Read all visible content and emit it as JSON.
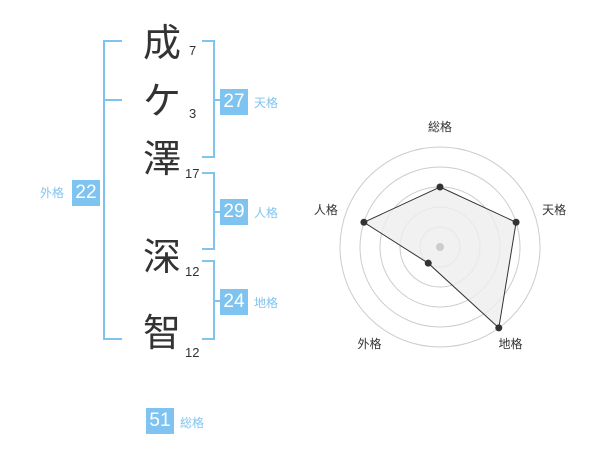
{
  "name": {
    "characters": [
      {
        "char": "成",
        "strokes": "7"
      },
      {
        "char": "ケ",
        "strokes": "3"
      },
      {
        "char": "澤",
        "strokes": "17"
      },
      {
        "char": "深",
        "strokes": "12"
      },
      {
        "char": "智",
        "strokes": "12"
      }
    ]
  },
  "fortune": {
    "tenkaku": {
      "value": "27",
      "label": "天格"
    },
    "jinkaku": {
      "value": "29",
      "label": "人格"
    },
    "chikaku": {
      "value": "24",
      "label": "地格"
    },
    "gaikaku": {
      "value": "22",
      "label": "外格"
    },
    "soukaku": {
      "value": "51",
      "label": "総格"
    }
  },
  "radar": {
    "axis_labels": {
      "soukaku": "総格",
      "tenkaku": "天格",
      "chikaku": "地格",
      "gaikaku": "外格",
      "jinkaku": "人格"
    },
    "levels": 5,
    "values": {
      "soukaku": 3,
      "tenkaku": 4,
      "chikaku": 5,
      "gaikaku": 1,
      "jinkaku": 4
    },
    "colors": {
      "ring": "#cccccc",
      "fill": "#eeeeee",
      "line": "#333333",
      "point": "#333333",
      "center": "#cccccc"
    }
  },
  "colors": {
    "accent": "#7fc4f0",
    "text": "#333333"
  }
}
